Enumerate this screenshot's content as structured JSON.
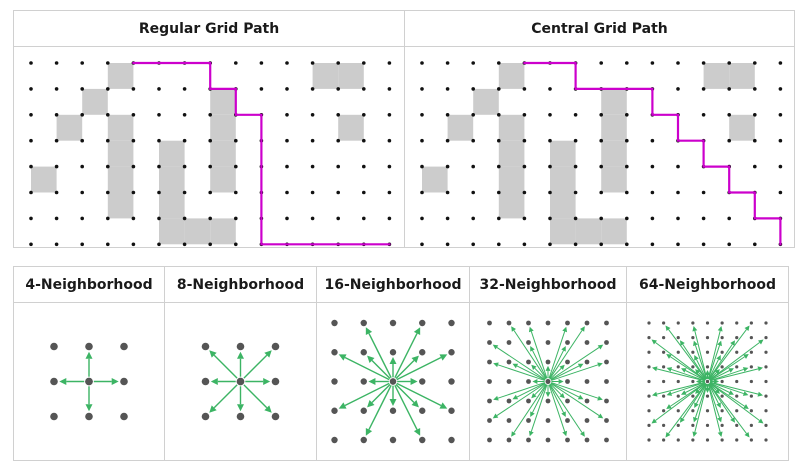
{
  "grid_panels": [
    {
      "title": "Regular Grid Path",
      "path_type": "regular"
    },
    {
      "title": "Central Grid Path",
      "path_type": "central"
    }
  ],
  "neighborhood_panels": [
    {
      "title": "4-Neighborhood",
      "radius": 1,
      "mode": "4"
    },
    {
      "title": "8-Neighborhood",
      "radius": 1,
      "mode": "8"
    },
    {
      "title": "16-Neighborhood",
      "radius": 2,
      "mode": "16"
    },
    {
      "title": "32-Neighborhood",
      "radius": 3,
      "mode": "32"
    },
    {
      "title": "64-Neighborhood",
      "radius": 4,
      "mode": "64"
    }
  ],
  "grid": {
    "columns": 15,
    "rows": 8,
    "obstacles": [
      [
        3,
        0
      ],
      [
        2,
        1
      ],
      [
        1,
        2
      ],
      [
        0,
        4
      ],
      [
        3,
        2
      ],
      [
        3,
        3
      ],
      [
        3,
        4
      ],
      [
        3,
        5
      ],
      [
        5,
        3
      ],
      [
        5,
        4
      ],
      [
        5,
        5
      ],
      [
        5,
        6
      ],
      [
        6,
        6
      ],
      [
        7,
        6
      ],
      [
        7,
        1
      ],
      [
        7,
        2
      ],
      [
        7,
        3
      ],
      [
        7,
        4
      ],
      [
        11,
        0
      ],
      [
        12,
        0
      ],
      [
        12,
        2
      ]
    ],
    "regular_path": [
      [
        4,
        0
      ],
      [
        7,
        0
      ],
      [
        7,
        1
      ],
      [
        8,
        1
      ],
      [
        8,
        2
      ],
      [
        9,
        2
      ],
      [
        9,
        7
      ],
      [
        14,
        7
      ]
    ],
    "central_path": [
      [
        4,
        0
      ],
      [
        6,
        0
      ],
      [
        6,
        1
      ],
      [
        9,
        1
      ],
      [
        9,
        2
      ],
      [
        10,
        2
      ],
      [
        10,
        3
      ],
      [
        11,
        3
      ],
      [
        11,
        4
      ],
      [
        12,
        4
      ],
      [
        12,
        5
      ],
      [
        13,
        5
      ],
      [
        13,
        6
      ],
      [
        14,
        6
      ],
      [
        14,
        7
      ]
    ]
  },
  "colors": {
    "obstacle": "#cccccc",
    "path": "#cc00cc",
    "grid_dot": "#111111",
    "neighbor_dot": "#555555",
    "arrow": "#3cb464",
    "border": "#d0d0d0"
  }
}
